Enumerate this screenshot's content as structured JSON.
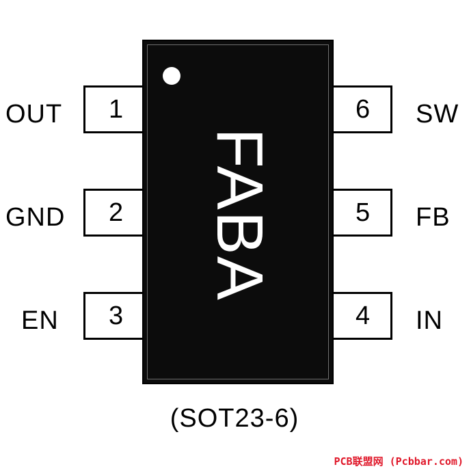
{
  "chip": {
    "marking": "FABA",
    "package": "(SOT23-6)"
  },
  "pins": {
    "left": [
      {
        "number": "1",
        "label": "OUT"
      },
      {
        "number": "2",
        "label": "GND"
      },
      {
        "number": "3",
        "label": "EN"
      }
    ],
    "right": [
      {
        "number": "6",
        "label": "SW"
      },
      {
        "number": "5",
        "label": "FB"
      },
      {
        "number": "4",
        "label": "IN"
      }
    ]
  },
  "watermark": "PCB联盟网 (Pcbbar.com)",
  "colors": {
    "chip_body": "#0c0c0c",
    "outline": "#000000",
    "background": "#ffffff",
    "watermark": "#e0182a"
  }
}
